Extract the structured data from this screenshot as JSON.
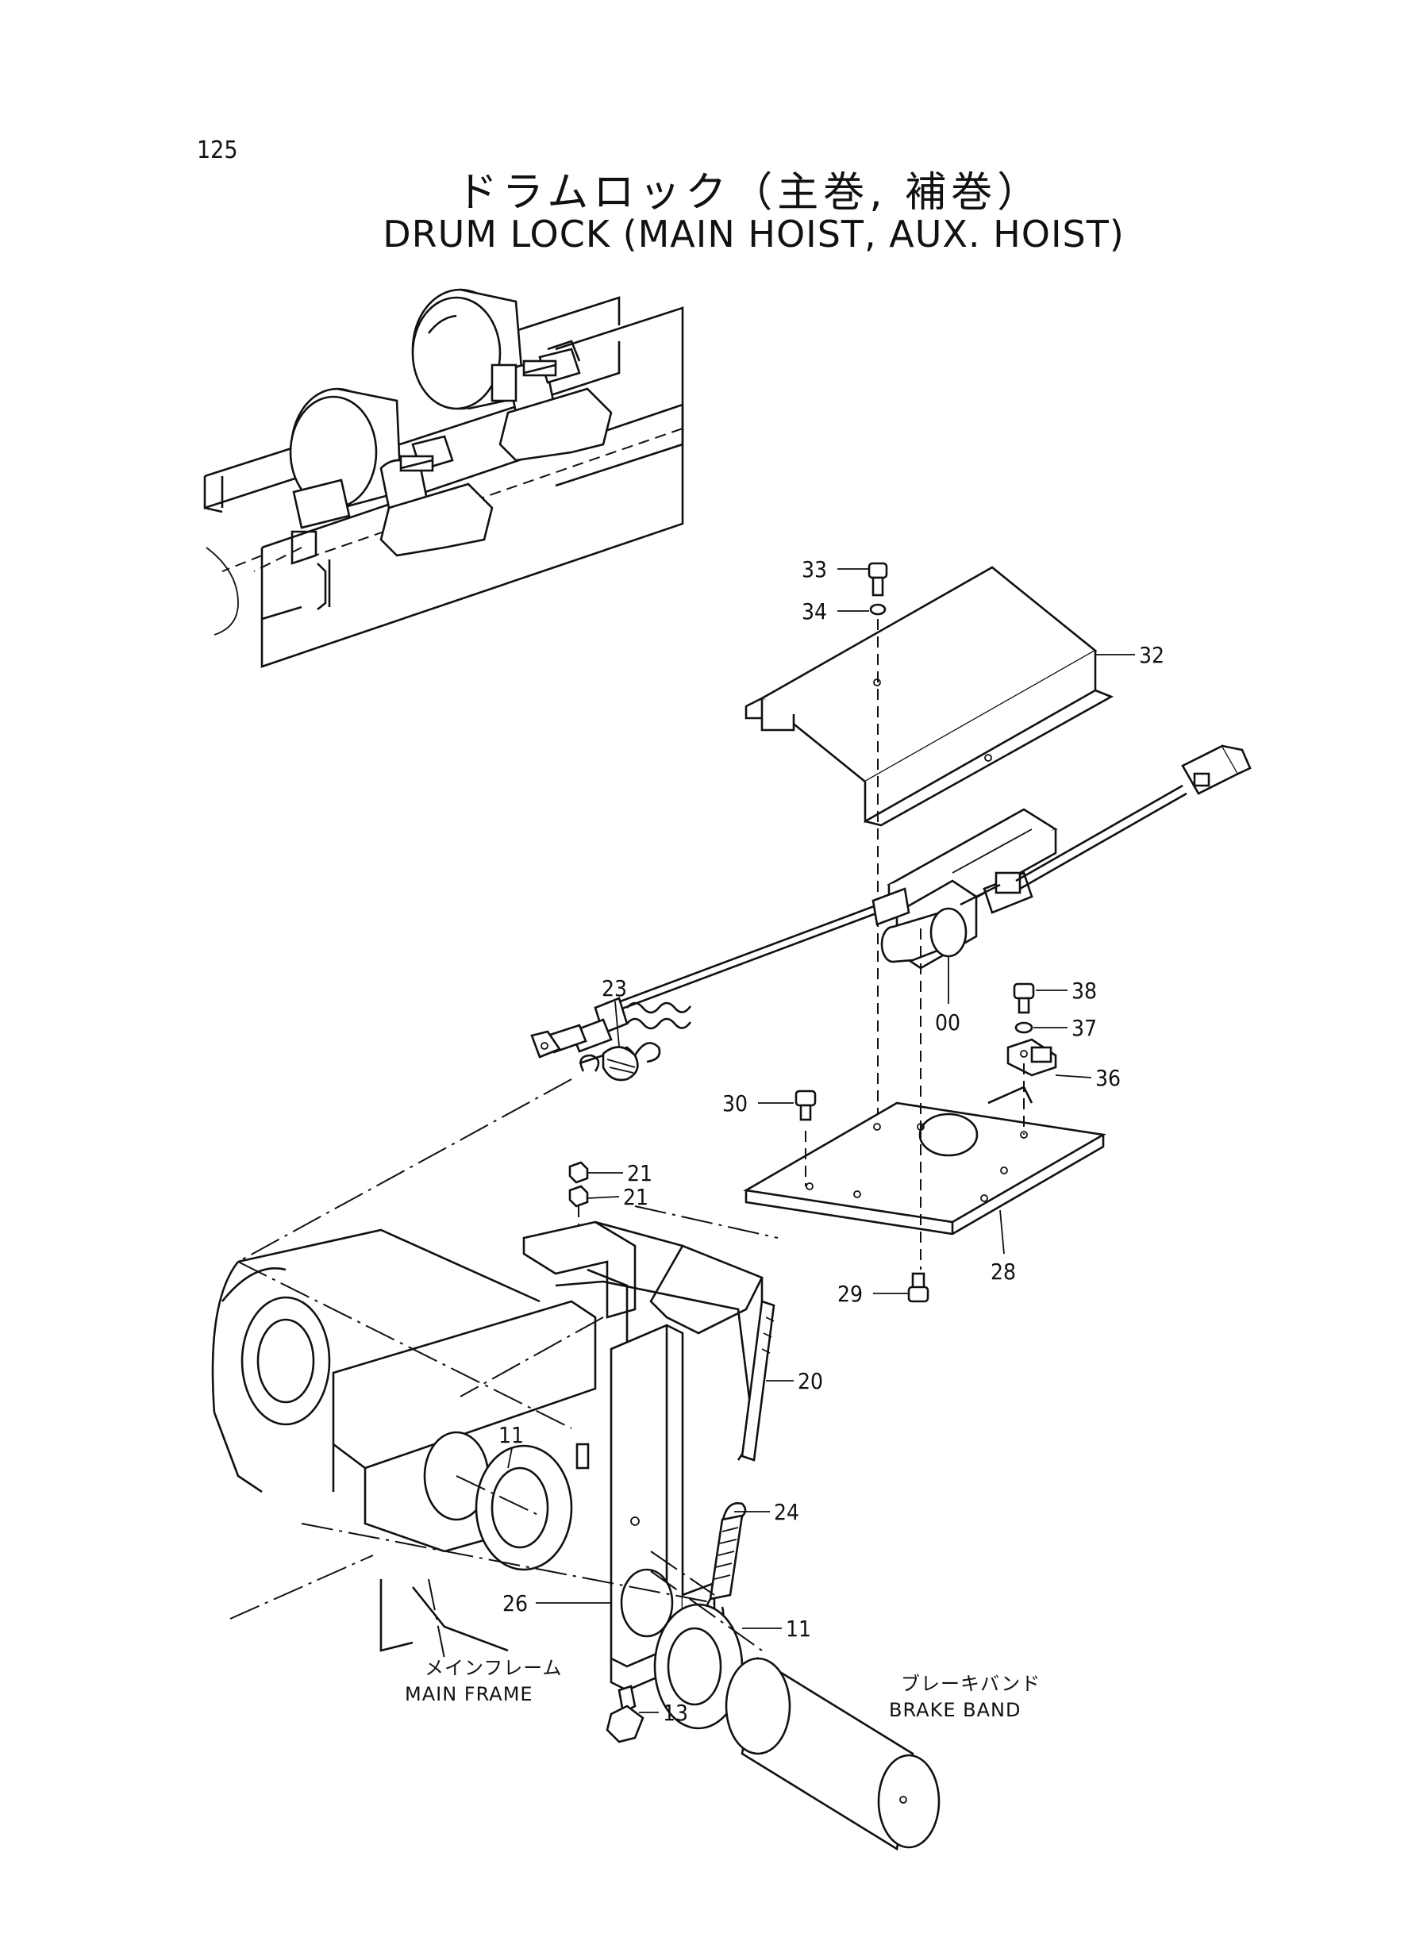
{
  "page_number": "125",
  "title": {
    "japanese": "ドラムロック（主巻, 補巻）",
    "english": "DRUM LOCK (MAIN HOIST, AUX. HOIST)"
  },
  "callouts": {
    "p33": "33",
    "p34": "34",
    "p32": "32",
    "p38": "38",
    "p37": "37",
    "p36": "36",
    "p00": "00",
    "p23": "23",
    "p30": "30",
    "p21a": "21",
    "p21b": "21",
    "p29": "29",
    "p28": "28",
    "p20": "20",
    "p24": "24",
    "p11a": "11",
    "p11b": "11",
    "p26": "26",
    "p13": "13"
  },
  "labels": {
    "main_frame_jp": "メインフレーム",
    "main_frame_en": "MAIN FRAME",
    "brake_band_jp": "ブレーキバンド",
    "brake_band_en": "BRAKE BAND"
  }
}
